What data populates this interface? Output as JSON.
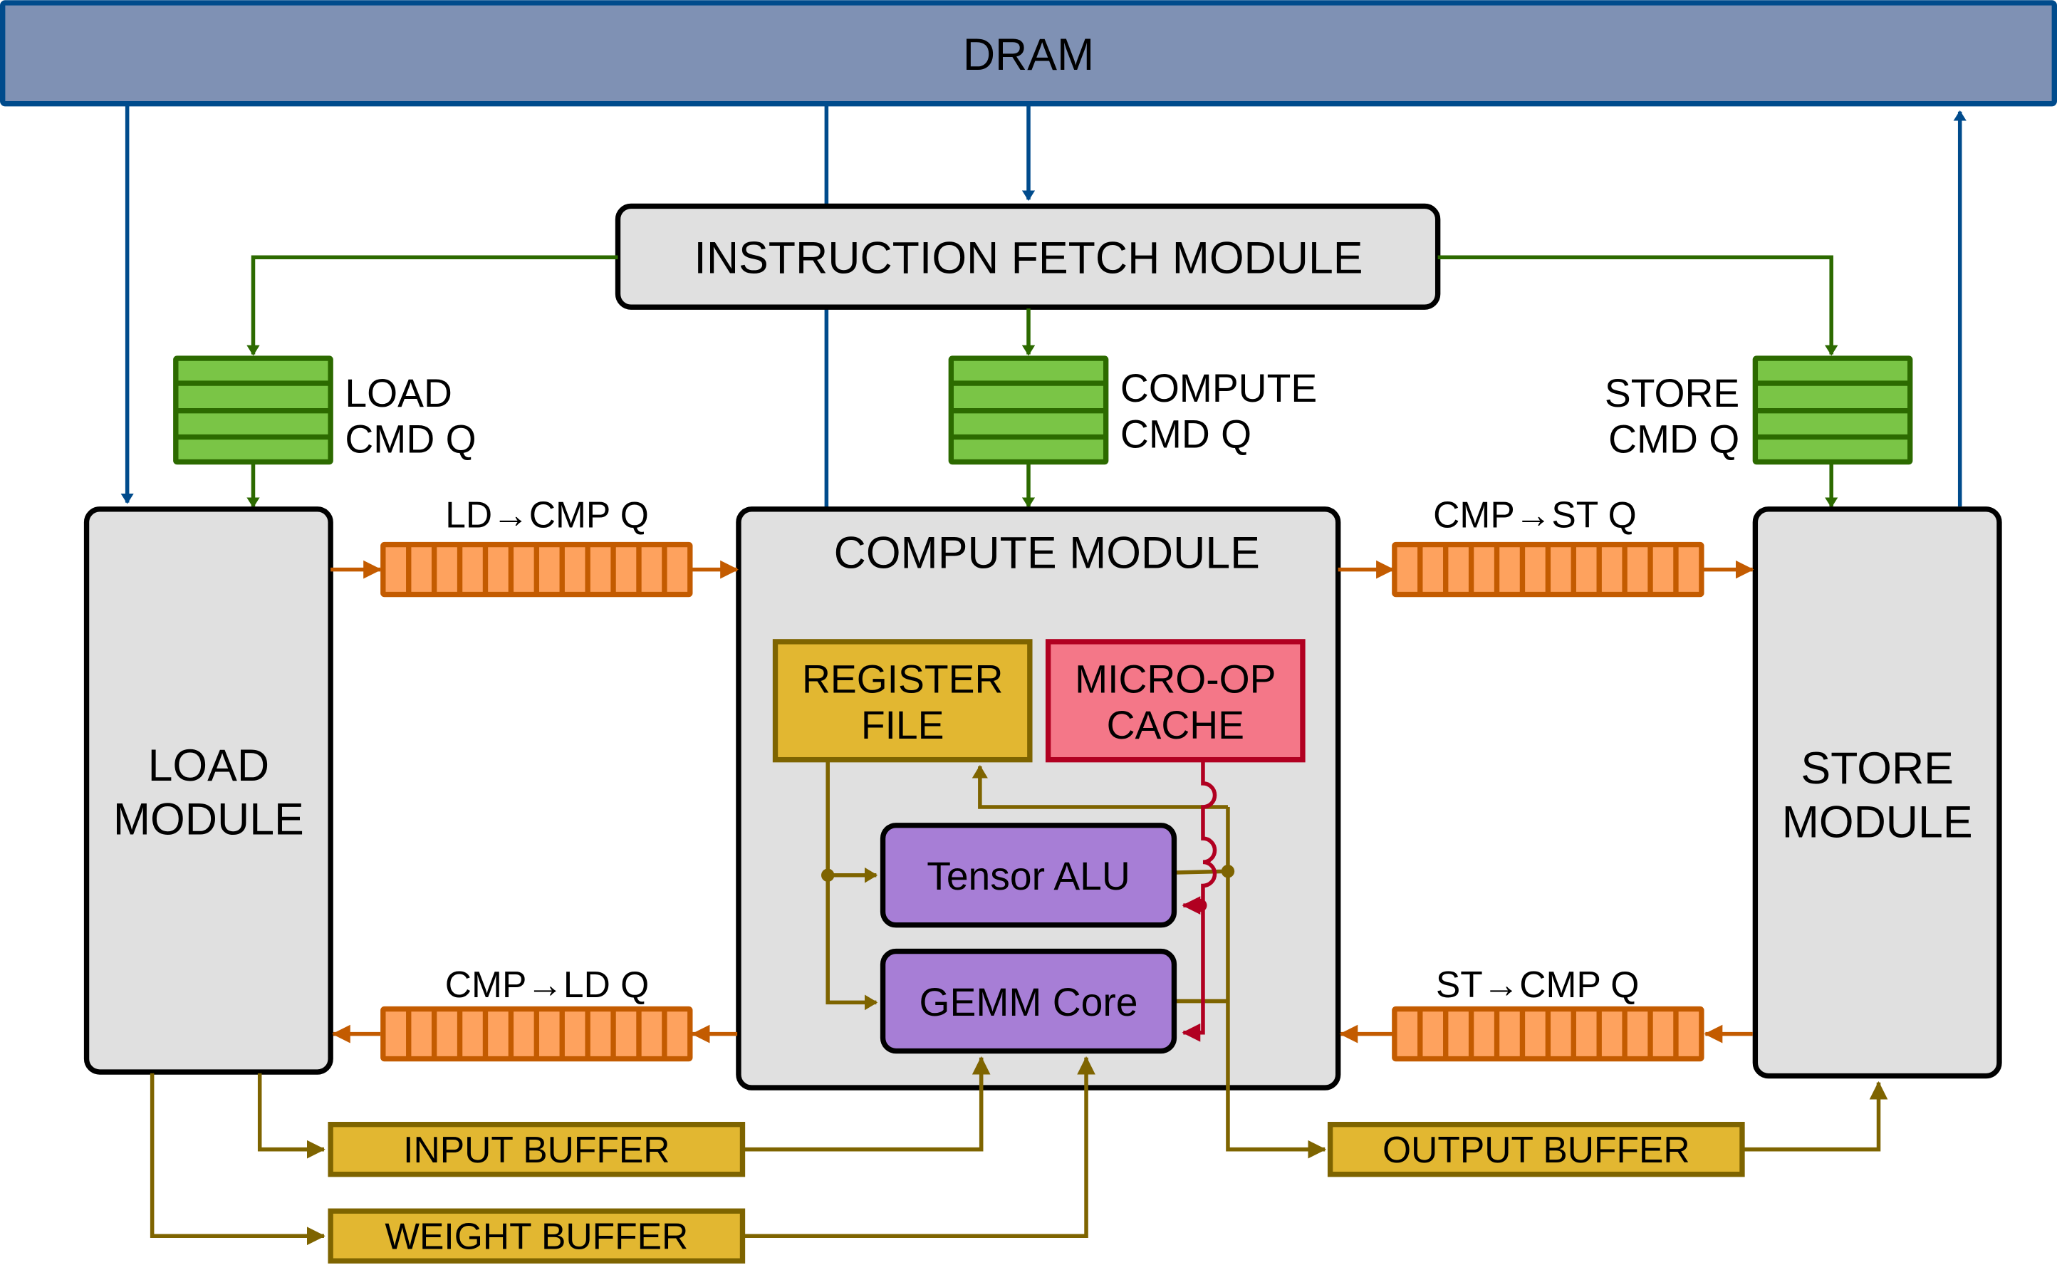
{
  "diagram": {
    "dram": {
      "label": "DRAM"
    },
    "fetch": {
      "label": "INSTRUCTION FETCH MODULE"
    },
    "cmd_queues": {
      "load": {
        "line1": "LOAD",
        "line2": "CMD Q"
      },
      "compute": {
        "line1": "COMPUTE",
        "line2": "CMD Q"
      },
      "store": {
        "line1": "STORE",
        "line2": "CMD Q"
      }
    },
    "dep_queues": {
      "ld_cmp": "LD→CMP Q",
      "cmp_st": "CMP→ST Q",
      "cmp_ld": "CMP→LD Q",
      "st_cmp": "ST→CMP Q"
    },
    "load_module": {
      "line1": "LOAD",
      "line2": "MODULE"
    },
    "store_module": {
      "line1": "STORE",
      "line2": "MODULE"
    },
    "compute_module": {
      "label": "COMPUTE MODULE",
      "register_file": {
        "line1": "REGISTER",
        "line2": "FILE"
      },
      "micro_op_cache": {
        "line1": "MICRO-OP",
        "line2": "CACHE"
      },
      "tensor_alu": "Tensor ALU",
      "gemm_core": "GEMM Core"
    },
    "buffers": {
      "input": "INPUT BUFFER",
      "weight": "WEIGHT BUFFER",
      "output": "OUTPUT BUFFER"
    },
    "colors": {
      "dram_fill": "#7f91b4",
      "dram_stroke": "#004b8c",
      "cmd_green_fill": "#7ac546",
      "cmd_green_stroke": "#2c6a00",
      "queue_orange_fill": "#fea25e",
      "queue_orange_stroke": "#c35b00",
      "module_gray": "#e0e0e0",
      "yellow_fill": "#e2b731",
      "yellow_stroke": "#7e6400",
      "red_fill": "#f47788",
      "red_stroke": "#b10021",
      "purple_fill": "#a77ed6"
    }
  }
}
